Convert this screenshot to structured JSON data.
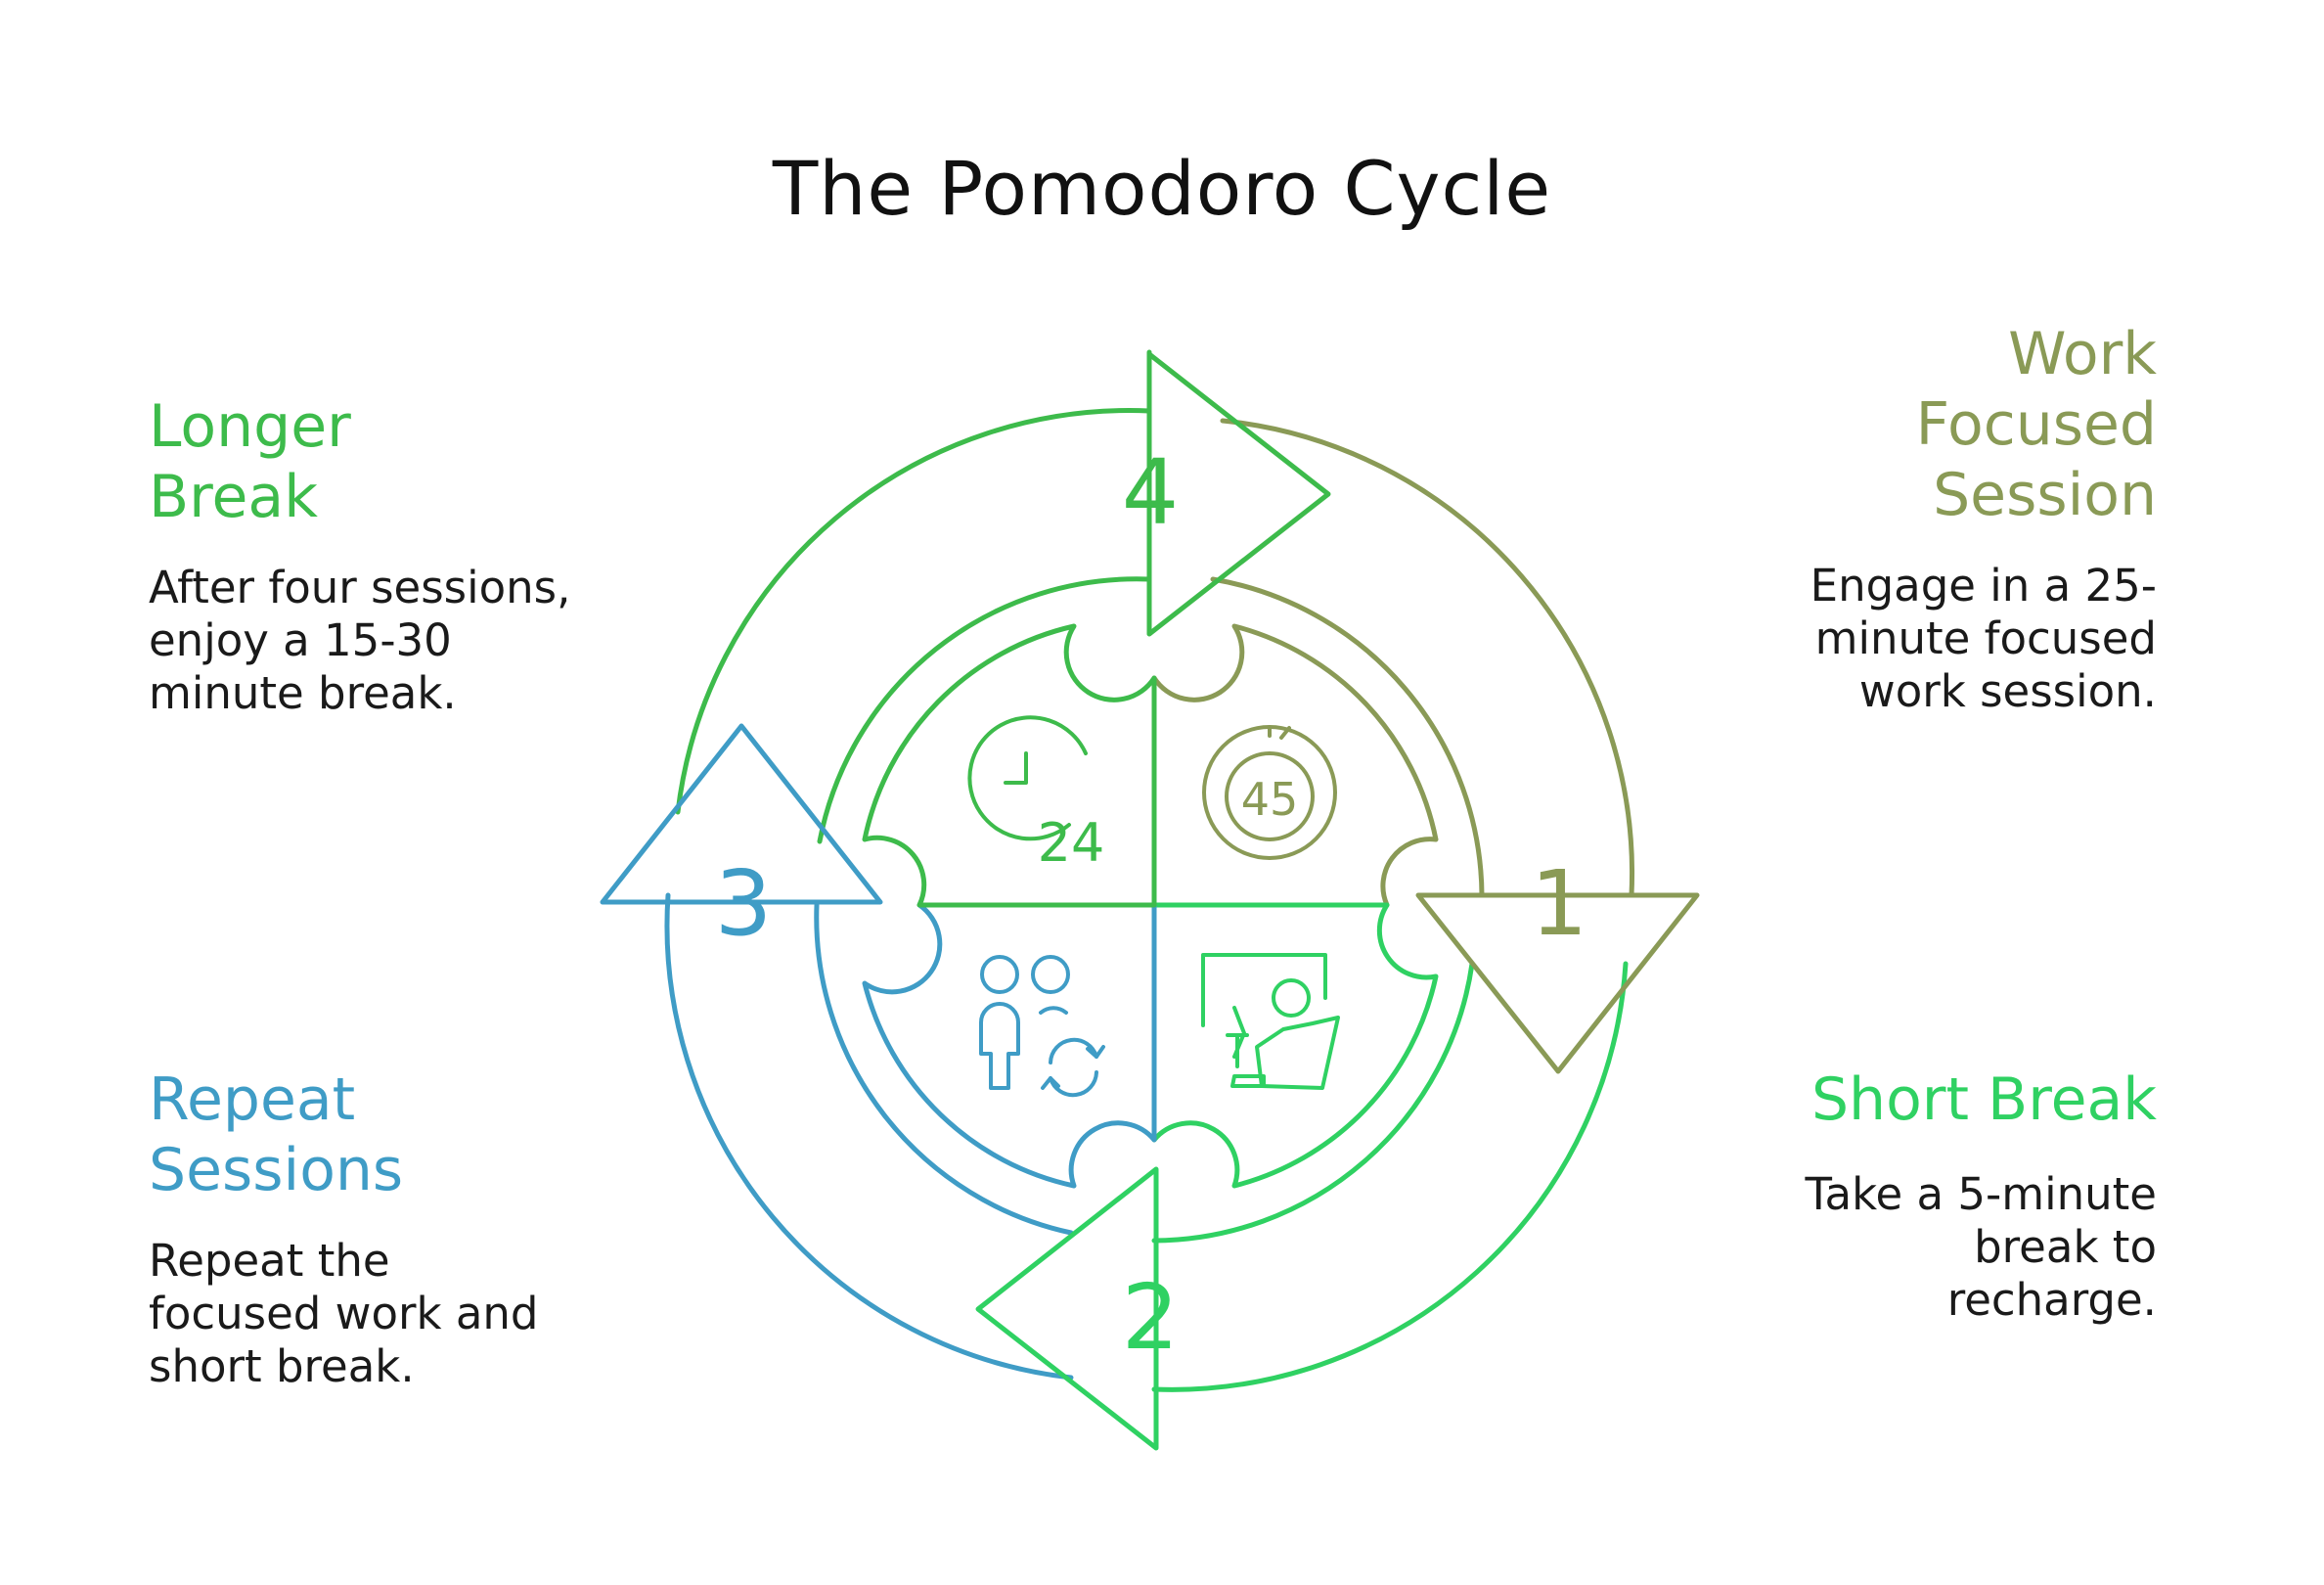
{
  "title": "The Pomodoro Cycle",
  "colors": {
    "olive": "#8a9a56",
    "green": "#2fd162",
    "blue": "#3f9cc6",
    "mid_green": "#3dbb4b"
  },
  "stages": [
    {
      "number": "1",
      "title": "Work Focused Session",
      "title_lines": [
        "Work",
        "Focused",
        "Session"
      ],
      "description_lines": [
        "Engage in a 25-",
        "minute focused",
        "work session."
      ],
      "icon": "stopwatch-45-icon",
      "color": "#8a9a56"
    },
    {
      "number": "2",
      "title": "Short Break",
      "title_lines": [
        "Short Break"
      ],
      "description_lines": [
        "Take a 5-minute",
        "break to",
        "recharge."
      ],
      "icon": "person-relaxing-icon",
      "color": "#2fd162"
    },
    {
      "number": "3",
      "title": "Repeat Sessions",
      "title_lines": [
        "Repeat",
        "Sessions"
      ],
      "description_lines": [
        "Repeat the",
        "focused work and",
        "short break."
      ],
      "icon": "people-repeat-icon",
      "color": "#3f9cc6"
    },
    {
      "number": "4",
      "title": "Longer Break",
      "title_lines": [
        "Longer",
        "Break"
      ],
      "description_lines": [
        "After four sessions,",
        "enjoy a 15-30",
        "minute break."
      ],
      "icon": "clock-24-icon",
      "color": "#3dbb4b"
    }
  ],
  "icon_labels": {
    "stopwatch": "45",
    "clock": "24"
  }
}
